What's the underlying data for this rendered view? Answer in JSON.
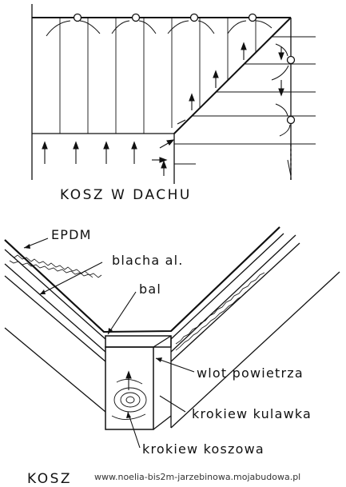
{
  "top_diagram": {
    "title": "KOSZ W DACHU"
  },
  "bottom_diagram": {
    "title": "KOSZ",
    "labels": {
      "epdm": "EPDM",
      "blacha": "blacha al.",
      "bal": "bal",
      "wlot": "wlot powietrza",
      "kulawka": "krokiew kulawka",
      "koszowa": "krokiew koszowa"
    }
  },
  "footer": {
    "url": "www.noelia-bis2m-jarzebinowa.mojabudowa.pl"
  },
  "colors": {
    "ink": "#111111",
    "paper": "#ffffff"
  }
}
